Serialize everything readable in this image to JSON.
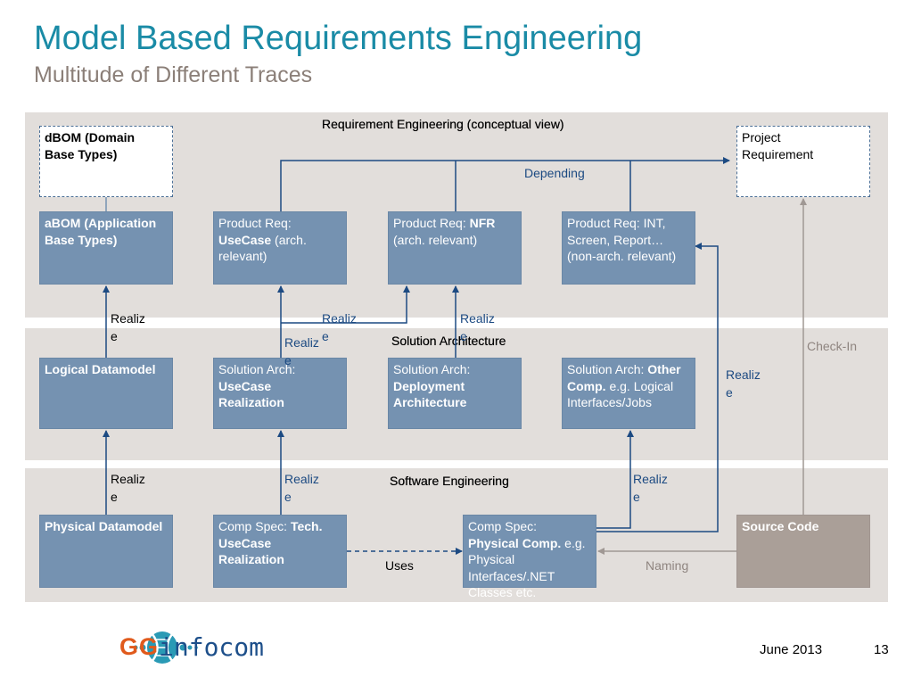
{
  "slide": {
    "title": "Model Based Requirements Engineering",
    "subtitle": "Multitude of Different Traces"
  },
  "bands": {
    "requirement": "Requirement Engineering (conceptual view)",
    "solution": "Solution Architecture",
    "software": "Software Engineering"
  },
  "boxes": {
    "dbom": {
      "line1": "dBOM (Domain",
      "line2": "Base Types)"
    },
    "project_req": {
      "line1": "Project",
      "line2": "Requirement"
    },
    "abom": {
      "line1": "aBOM (Application",
      "line2": "Base Types)"
    },
    "pr_usecase": {
      "line1": "Product Req:",
      "bold": "UseCase",
      "rest": " (arch.",
      "line3": "relevant)"
    },
    "pr_nfr": {
      "prefix": "Product Req: ",
      "bold": "NFR",
      "line2": "(arch. relevant)"
    },
    "pr_int": {
      "line1": "Product Req: INT,",
      "line2": "Screen, Report…",
      "line3": "(non-arch. relevant)"
    },
    "logical_dm": {
      "text": "Logical Datamodel"
    },
    "sa_usecase": {
      "line1": "Solution Arch:",
      "bold1": "UseCase",
      "bold2": "Realization"
    },
    "sa_deploy": {
      "line1": "Solution Arch:",
      "bold1": "Deployment",
      "bold2": "Architecture"
    },
    "sa_other": {
      "prefix": "Solution Arch: ",
      "bold": "Other",
      "bold2": "Comp.",
      "rest": " e.g. Logical",
      "line3": "Interfaces/Jobs"
    },
    "physical_dm": {
      "text": "Physical Datamodel"
    },
    "cs_tech": {
      "prefix": "Comp Spec: ",
      "bold": "Tech.",
      "bold2": "UseCase",
      "bold3": "Realization"
    },
    "cs_physical": {
      "line1": "Comp Spec:",
      "bold": "Physical Comp.",
      "rest": " e.g.",
      "line3": "Physical",
      "line4": "Interfaces/.NET",
      "line5": "Classes etc."
    },
    "source_code": {
      "text": "Source Code"
    }
  },
  "labels": {
    "depending": "Depending",
    "realize_a": "Realize",
    "realize_b": "Realize",
    "realize_c": "Realize",
    "realize_d": "Realize",
    "realize_e": "Realize",
    "realize_f": "Realize",
    "realize_g": "Realize",
    "realize_h": "Realize",
    "check_in": "Check-In",
    "uses": "Uses",
    "naming": "Naming"
  },
  "footer": {
    "date": "June 2013",
    "page": "13",
    "logo_gg": "GG",
    "logo_infocom": "infocom"
  },
  "colors": {
    "title": "#1a8ba6",
    "box": "#7592b1",
    "line": "#1c4a82",
    "grey_line": "#a09894",
    "band": "#e2dedb"
  }
}
